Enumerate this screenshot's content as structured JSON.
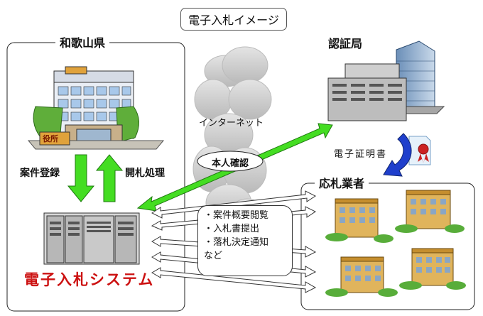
{
  "title": "電子入札イメージ",
  "prefecture": {
    "label": "和歌山県",
    "building_sign": "役所",
    "left_arrow_label": "案件登録",
    "right_arrow_label": "開札処理",
    "system_name": "電子入札システム"
  },
  "certificate_authority": {
    "label": "認証局",
    "certificate_label": "電子証明書"
  },
  "internet": {
    "label": "インターネット",
    "identity_label": "本人確認"
  },
  "bidders": {
    "label": "応札業者"
  },
  "services": [
    "・案件概要閲覧",
    "・入札書提出",
    "・落札決定通知",
    "など"
  ],
  "colors": {
    "arrow_green": "#44dd22",
    "arrow_outline": "#1f7a10",
    "system_text": "#cc1111",
    "ribbon": "#cc2222",
    "curve_arrow": "#1f3fcc",
    "cloud": "#d0d0d0"
  }
}
